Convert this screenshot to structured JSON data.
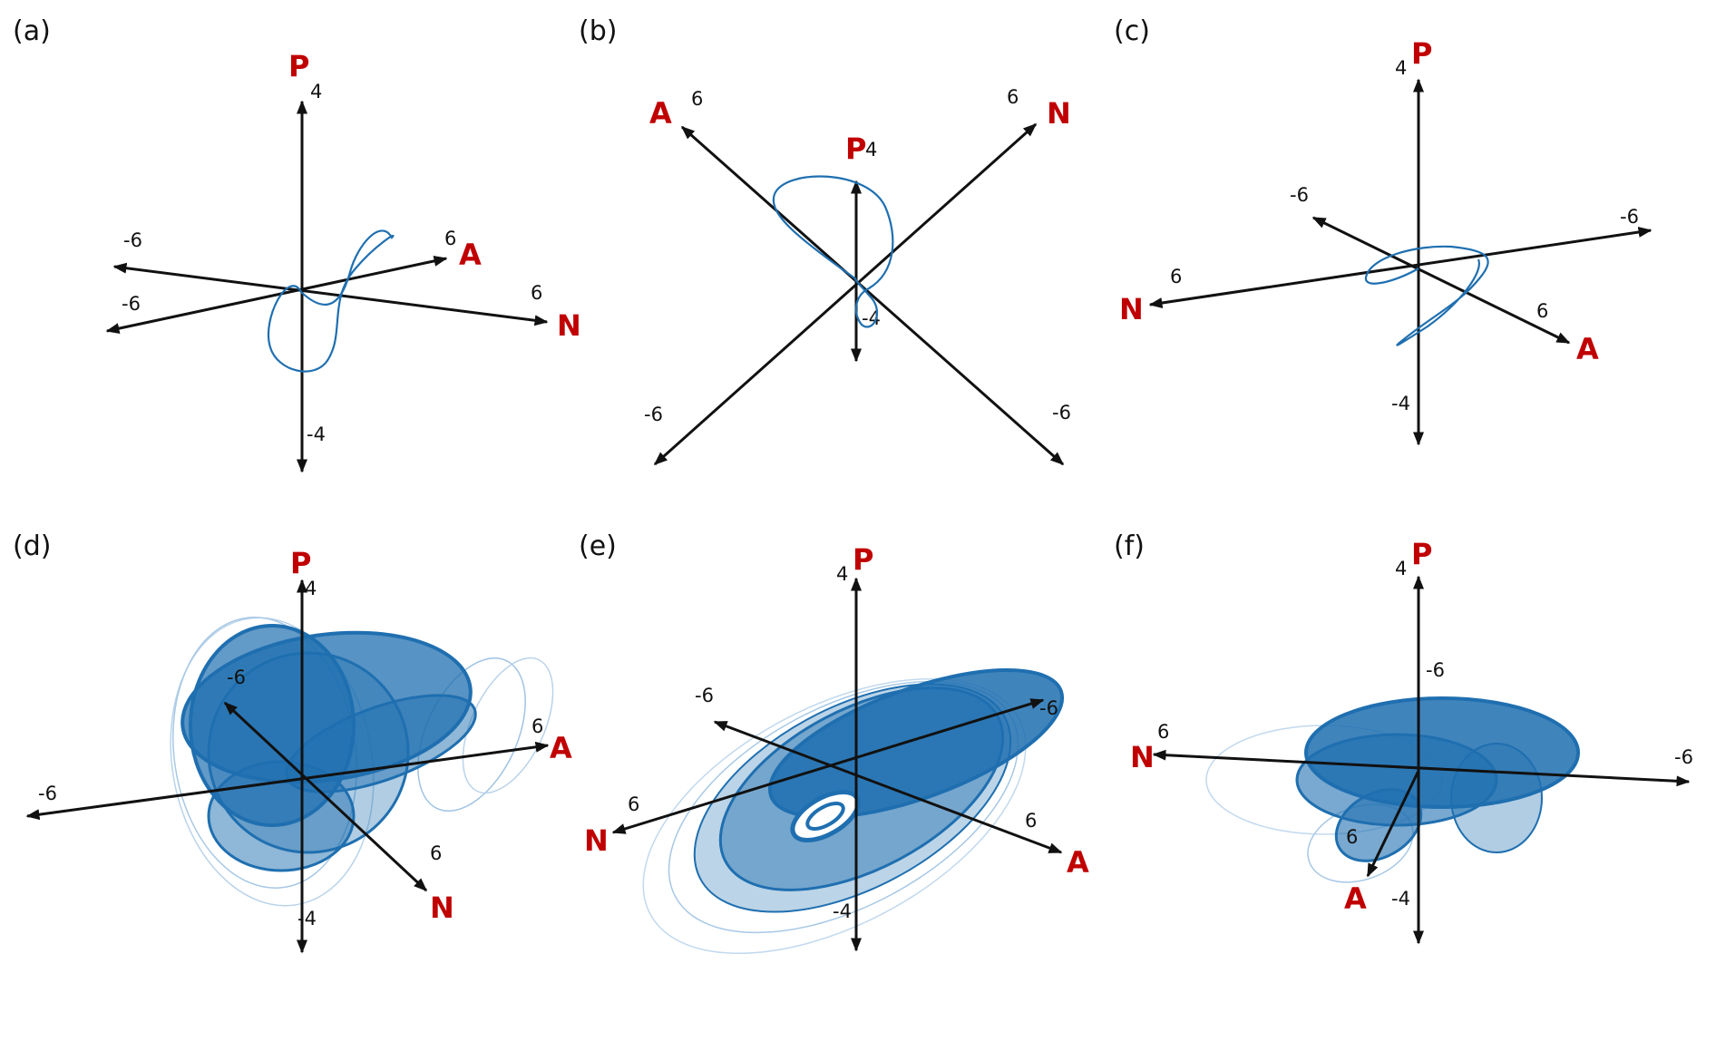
{
  "colors": {
    "axis": "#111111",
    "axis_label": "#c00000",
    "trajectory": "#1f6fb0"
  },
  "panels": [
    {
      "label": "(a)",
      "axes": [
        {
          "name": "P",
          "pos_tick": "4",
          "neg_tick": "-4"
        },
        {
          "name": "A",
          "pos_tick": "6",
          "neg_tick": "-6"
        },
        {
          "name": "N",
          "pos_tick": "6",
          "neg_tick": "-6"
        }
      ]
    },
    {
      "label": "(b)",
      "axes": [
        {
          "name": "P",
          "pos_tick": "4",
          "neg_tick": "-4"
        },
        {
          "name": "A",
          "pos_tick": "6",
          "neg_tick": "-6"
        },
        {
          "name": "N",
          "pos_tick": "6",
          "neg_tick": "-6"
        }
      ]
    },
    {
      "label": "(c)",
      "axes": [
        {
          "name": "P",
          "pos_tick": "4",
          "neg_tick": "-4"
        },
        {
          "name": "A",
          "pos_tick": "6",
          "neg_tick": "-6"
        },
        {
          "name": "N",
          "pos_tick": "6",
          "neg_tick": "-6"
        }
      ]
    },
    {
      "label": "(d)",
      "axes": [
        {
          "name": "P",
          "pos_tick": "4",
          "neg_tick": "-4"
        },
        {
          "name": "A",
          "pos_tick": "6",
          "neg_tick": "-6"
        },
        {
          "name": "N",
          "pos_tick": "6",
          "neg_tick": "-6"
        }
      ]
    },
    {
      "label": "(e)",
      "axes": [
        {
          "name": "P",
          "pos_tick": "4",
          "neg_tick": "-4"
        },
        {
          "name": "A",
          "pos_tick": "6",
          "neg_tick": "-6"
        },
        {
          "name": "N",
          "pos_tick": "6",
          "neg_tick": "-6"
        }
      ]
    },
    {
      "label": "(f)",
      "axes": [
        {
          "name": "P",
          "pos_tick": "4",
          "neg_tick": "-4"
        },
        {
          "name": "A",
          "pos_tick": "6",
          "neg_tick": "-6"
        },
        {
          "name": "N",
          "pos_tick": "6",
          "neg_tick": "-6"
        }
      ]
    }
  ]
}
